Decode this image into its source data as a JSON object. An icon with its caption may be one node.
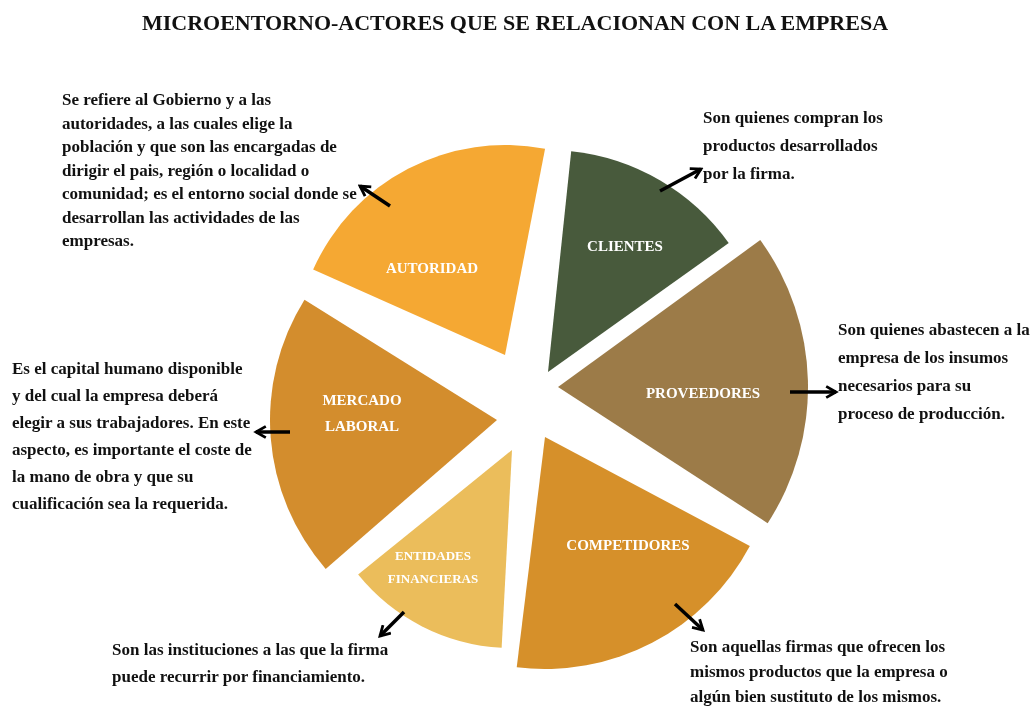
{
  "diagram": {
    "title": "MICROENTORNO-ACTORES QUE SE RELACIONAN CON LA EMPRESA",
    "nodes": [
      {
        "text": [
          "AUTORIDAD"
        ]
      },
      {
        "text": [
          "CLIENTES"
        ]
      },
      {
        "text": [
          "PROVEEDORES"
        ]
      },
      {
        "text": [
          "COMPETIDORES"
        ]
      },
      {
        "text": [
          "ENTIDADES FINANCIERAS"
        ]
      },
      {
        "text": [
          "MERCADO LABORAL"
        ]
      },
      {
        "text": [
          "Se refiere al Gobierno y a las autoridades, a las cuales elige la población y que son las encargadas de dirigir el pais, región o localidad o comunidad; es el entorno social donde se desarrollan las actividades de las empresas."
        ]
      },
      {
        "text": [
          "Son quienes compran los productos desarrollados por la firma."
        ]
      },
      {
        "text": [
          "Son quienes abastecen a la empresa de los insumos necesarios para su proceso de producción."
        ]
      },
      {
        "text": [
          "Son aquellas firmas que ofrecen los mismos productos que la empresa o algún bien sustituto de los mismos."
        ]
      },
      {
        "text": [
          "Son las instituciones a las que la firma puede recurrir por financiamiento."
        ]
      },
      {
        "text": [
          "Es el capital humano disponible y del cual la empresa deberá elegir a sus trabajadores. En este aspecto, es importante el coste de la mano de obra y que su cualificación sea la requerida."
        ]
      }
    ],
    "edges": [
      {
        "from": 0,
        "to": 6,
        "arrow": "to"
      },
      {
        "from": 1,
        "to": 7,
        "arrow": "to"
      },
      {
        "from": 2,
        "to": 8,
        "arrow": "to"
      },
      {
        "from": 3,
        "to": 9,
        "arrow": "to"
      },
      {
        "from": 4,
        "to": 10,
        "arrow": "to"
      },
      {
        "from": 5,
        "to": 11,
        "arrow": "to"
      }
    ]
  }
}
